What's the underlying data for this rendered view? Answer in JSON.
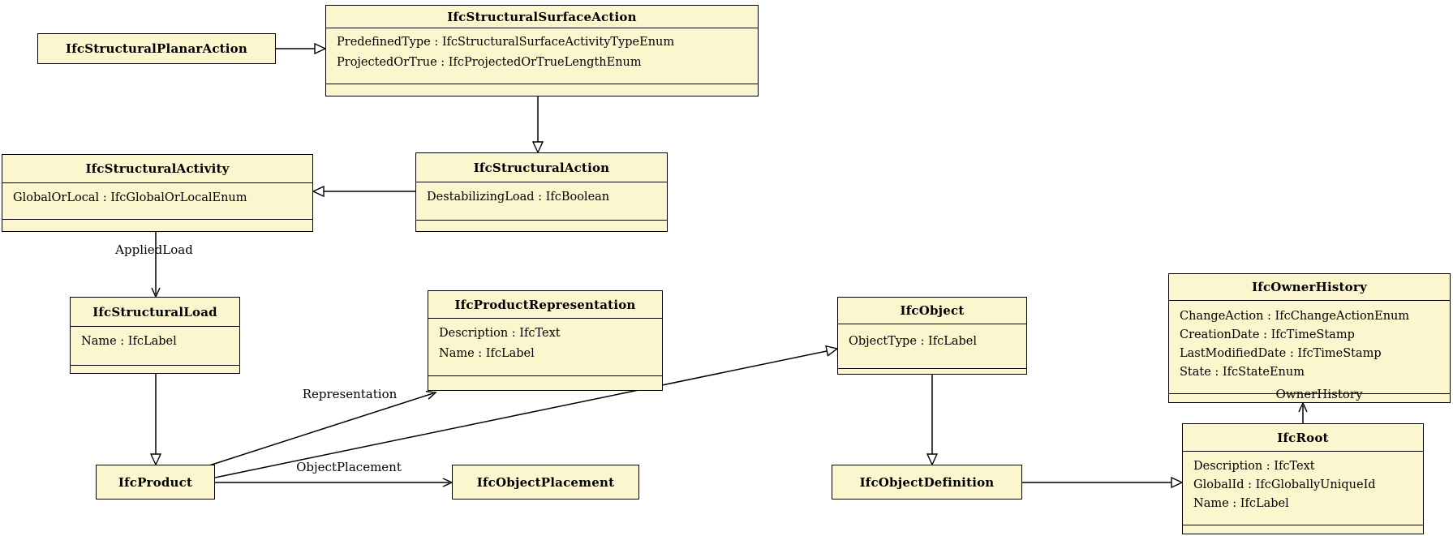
{
  "diagram": {
    "type": "uml-class-diagram",
    "box_fill": "#FBF6CD",
    "box_border": "#000000",
    "background": "#ffffff",
    "classes": [
      {
        "name": "IfcStructuralPlanarAction",
        "attributes": []
      },
      {
        "name": "IfcStructuralSurfaceAction",
        "attributes": [
          "PredefinedType : IfcStructuralSurfaceActivityTypeEnum",
          "ProjectedOrTrue : IfcProjectedOrTrueLengthEnum"
        ]
      },
      {
        "name": "IfcStructuralActivity",
        "attributes": [
          "GlobalOrLocal : IfcGlobalOrLocalEnum"
        ]
      },
      {
        "name": "IfcStructuralAction",
        "attributes": [
          "DestabilizingLoad : IfcBoolean"
        ]
      },
      {
        "name": "IfcStructuralLoad",
        "attributes": [
          "Name : IfcLabel"
        ]
      },
      {
        "name": "IfcProductRepresentation",
        "attributes": [
          "Description : IfcText",
          "Name : IfcLabel"
        ]
      },
      {
        "name": "IfcObject",
        "attributes": [
          "ObjectType : IfcLabel"
        ]
      },
      {
        "name": "IfcOwnerHistory",
        "attributes": [
          "ChangeAction : IfcChangeActionEnum",
          "CreationDate : IfcTimeStamp",
          "LastModifiedDate : IfcTimeStamp",
          "State : IfcStateEnum"
        ]
      },
      {
        "name": "IfcRoot",
        "attributes": [
          "Description : IfcText",
          "GlobalId : IfcGloballyUniqueId",
          "Name : IfcLabel"
        ]
      },
      {
        "name": "IfcProduct",
        "attributes": []
      },
      {
        "name": "IfcObjectPlacement",
        "attributes": []
      },
      {
        "name": "IfcObjectDefinition",
        "attributes": []
      }
    ],
    "edge_labels": {
      "applied_load": "AppliedLoad",
      "representation": "Representation",
      "object_placement": "ObjectPlacement",
      "owner_history": "OwnerHistory"
    }
  }
}
